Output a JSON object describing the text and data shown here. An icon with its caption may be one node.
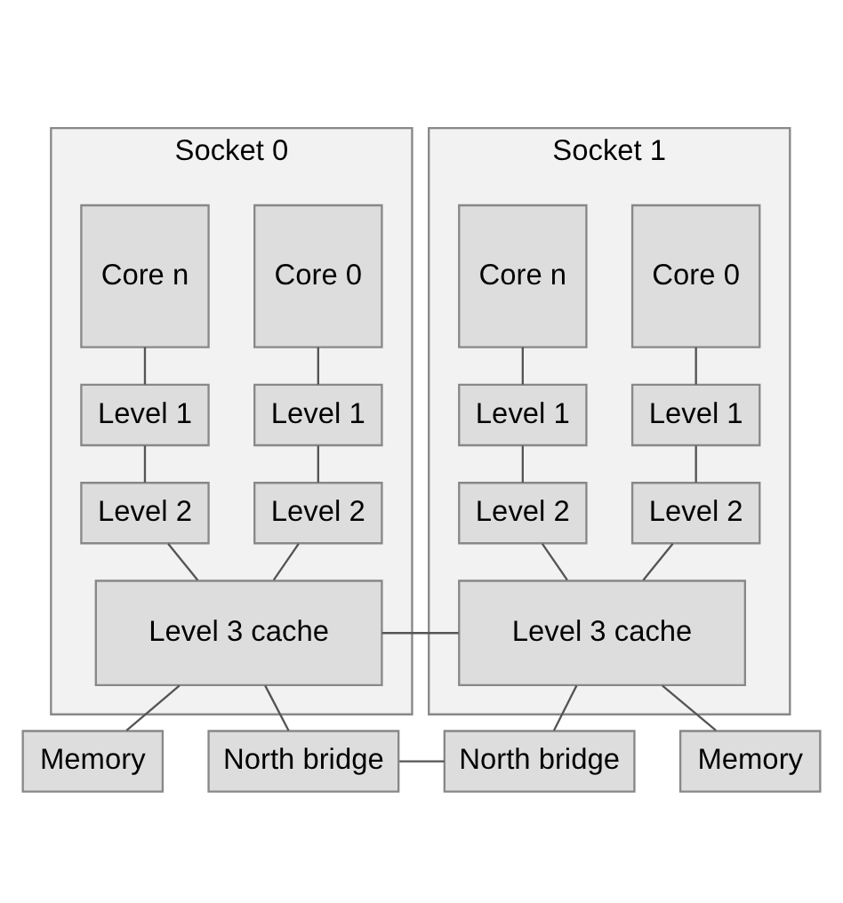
{
  "diagram": {
    "nodes": [
      {
        "text": [
          "Socket 0"
        ]
      },
      {
        "text": [
          "Core 0"
        ],
        "in": 0
      },
      {
        "text": [
          "Core n"
        ],
        "in": 0
      },
      {
        "text": [
          "Level 1"
        ],
        "in": 0
      },
      {
        "text": [
          "Level 1"
        ],
        "in": 0
      },
      {
        "text": [
          "Level 2"
        ],
        "in": 0
      },
      {
        "text": [
          "Level 2"
        ],
        "in": 0
      },
      {
        "text": [
          "Level 3 cache"
        ],
        "in": 0
      },
      {
        "text": [
          "Socket 1"
        ]
      },
      {
        "text": [
          "Core 0"
        ],
        "in": 8
      },
      {
        "text": [
          "Core n"
        ],
        "in": 8
      },
      {
        "text": [
          "Level 1"
        ],
        "in": 8
      },
      {
        "text": [
          "Level 1"
        ],
        "in": 8
      },
      {
        "text": [
          "Level 2"
        ],
        "in": 8
      },
      {
        "text": [
          "Level 2"
        ],
        "in": 8
      },
      {
        "text": [
          "Level 3 cache"
        ],
        "in": 8
      },
      {
        "text": [
          "Memory"
        ]
      },
      {
        "text": [
          "North bridge"
        ]
      },
      {
        "text": [
          "North bridge"
        ]
      },
      {
        "text": [
          "Memory"
        ]
      }
    ],
    "edges": [
      {
        "from": 1,
        "to": 3,
        "arrow": "none"
      },
      {
        "from": 2,
        "to": 4,
        "arrow": "none"
      },
      {
        "from": 3,
        "to": 5,
        "arrow": "none"
      },
      {
        "from": 4,
        "to": 6,
        "arrow": "none"
      },
      {
        "from": 5,
        "to": 7,
        "arrow": "none"
      },
      {
        "from": 6,
        "to": 7,
        "arrow": "none"
      },
      {
        "from": 9,
        "to": 11,
        "arrow": "none"
      },
      {
        "from": 10,
        "to": 12,
        "arrow": "none"
      },
      {
        "from": 11,
        "to": 13,
        "arrow": "none"
      },
      {
        "from": 12,
        "to": 14,
        "arrow": "none"
      },
      {
        "from": 13,
        "to": 15,
        "arrow": "none"
      },
      {
        "from": 14,
        "to": 15,
        "arrow": "none"
      },
      {
        "from": 7,
        "to": 15,
        "arrow": "none"
      },
      {
        "from": 7,
        "to": 16,
        "arrow": "none"
      },
      {
        "from": 7,
        "to": 17,
        "arrow": "none"
      },
      {
        "from": 15,
        "to": 18,
        "arrow": "none"
      },
      {
        "from": 15,
        "to": 19,
        "arrow": "none"
      },
      {
        "from": 17,
        "to": 18,
        "arrow": "none"
      }
    ]
  }
}
